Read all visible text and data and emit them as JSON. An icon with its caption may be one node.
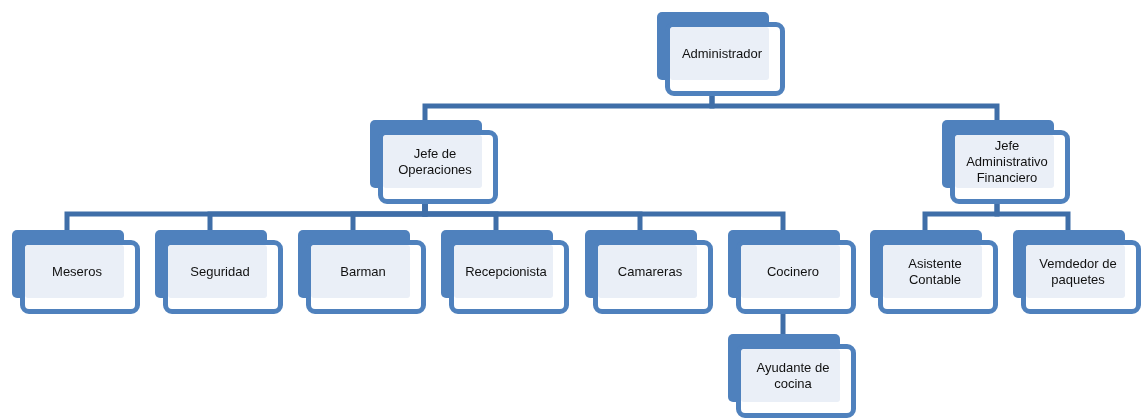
{
  "diagram": {
    "nodes": [
      {
        "text": [
          "Administrador"
        ]
      },
      {
        "text": [
          "Jefe de Operaciones"
        ]
      },
      {
        "text": [
          "Jefe Administrativo Financiero"
        ]
      },
      {
        "text": [
          "Meseros"
        ]
      },
      {
        "text": [
          "Seguridad"
        ]
      },
      {
        "text": [
          "Barman"
        ]
      },
      {
        "text": [
          "Recepcionista"
        ]
      },
      {
        "text": [
          "Camareras"
        ]
      },
      {
        "text": [
          "Cocinero"
        ]
      },
      {
        "text": [
          "Ayudante de cocina"
        ]
      },
      {
        "text": [
          "Asistente Contable"
        ]
      },
      {
        "text": [
          "Vemdedor de paquetes"
        ]
      }
    ],
    "edges": [
      {
        "from": 0,
        "to": 1,
        "arrow": "none"
      },
      {
        "from": 0,
        "to": 2,
        "arrow": "none"
      },
      {
        "from": 1,
        "to": 3,
        "arrow": "none"
      },
      {
        "from": 1,
        "to": 4,
        "arrow": "none"
      },
      {
        "from": 1,
        "to": 5,
        "arrow": "none"
      },
      {
        "from": 1,
        "to": 6,
        "arrow": "none"
      },
      {
        "from": 1,
        "to": 7,
        "arrow": "none"
      },
      {
        "from": 1,
        "to": 8,
        "arrow": "none"
      },
      {
        "from": 8,
        "to": 9,
        "arrow": "none"
      },
      {
        "from": 2,
        "to": 10,
        "arrow": "none"
      },
      {
        "from": 2,
        "to": 11,
        "arrow": "none"
      }
    ]
  }
}
